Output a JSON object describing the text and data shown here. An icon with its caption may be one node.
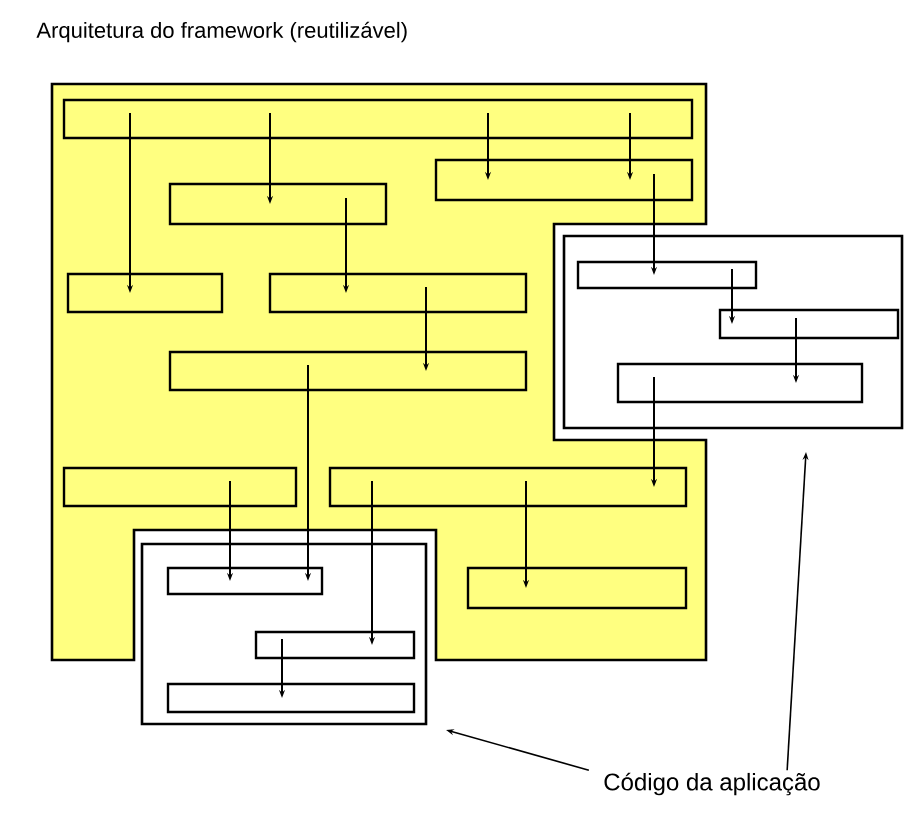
{
  "diagram": {
    "nodes": [
      {
        "text": [
          "Arquitetura do framework (reutilizável)"
        ]
      },
      {
        "text": [],
        "shape": "box",
        "in": 0
      },
      {
        "text": [],
        "shape": "box",
        "in": 0
      },
      {
        "text": [],
        "shape": "box",
        "in": 0
      },
      {
        "text": [],
        "shape": "box",
        "in": 0
      },
      {
        "text": [],
        "shape": "box",
        "in": 0
      },
      {
        "text": [],
        "shape": "box",
        "in": 0
      },
      {
        "text": [],
        "shape": "box",
        "in": 0
      },
      {
        "text": [],
        "shape": "box",
        "in": 0
      },
      {
        "text": [],
        "shape": "box",
        "in": 0
      },
      {
        "text": [],
        "shape": "box"
      },
      {
        "text": [],
        "shape": "box",
        "in": 10
      },
      {
        "text": [],
        "shape": "box",
        "in": 10
      },
      {
        "text": [],
        "shape": "box",
        "in": 10
      },
      {
        "text": [],
        "shape": "box"
      },
      {
        "text": [],
        "shape": "box",
        "in": 14
      },
      {
        "text": [],
        "shape": "box",
        "in": 14
      },
      {
        "text": [],
        "shape": "box",
        "in": 14
      },
      {
        "text": [
          "Código da aplicação"
        ]
      }
    ],
    "edges": [
      {
        "from": 1,
        "to": 4,
        "arrow": "to"
      },
      {
        "from": 1,
        "to": 3,
        "arrow": "to"
      },
      {
        "from": 1,
        "to": 2,
        "arrow": "to"
      },
      {
        "from": 1,
        "to": 2,
        "arrow": "to"
      },
      {
        "from": 2,
        "to": 11,
        "arrow": "to"
      },
      {
        "from": 3,
        "to": 5,
        "arrow": "to"
      },
      {
        "from": 5,
        "to": 6,
        "arrow": "to"
      },
      {
        "from": 6,
        "to": 15,
        "arrow": "to"
      },
      {
        "from": 11,
        "to": 12,
        "arrow": "to"
      },
      {
        "from": 12,
        "to": 13,
        "arrow": "to"
      },
      {
        "from": 13,
        "to": 8,
        "arrow": "to"
      },
      {
        "from": 7,
        "to": 15,
        "arrow": "to"
      },
      {
        "from": 8,
        "to": 16,
        "arrow": "to"
      },
      {
        "from": 8,
        "to": 9,
        "arrow": "to"
      },
      {
        "from": 16,
        "to": 17,
        "arrow": "to"
      },
      {
        "from": 18,
        "to": 14,
        "arrow": "to"
      },
      {
        "from": 18,
        "to": 10,
        "arrow": "to"
      }
    ]
  }
}
